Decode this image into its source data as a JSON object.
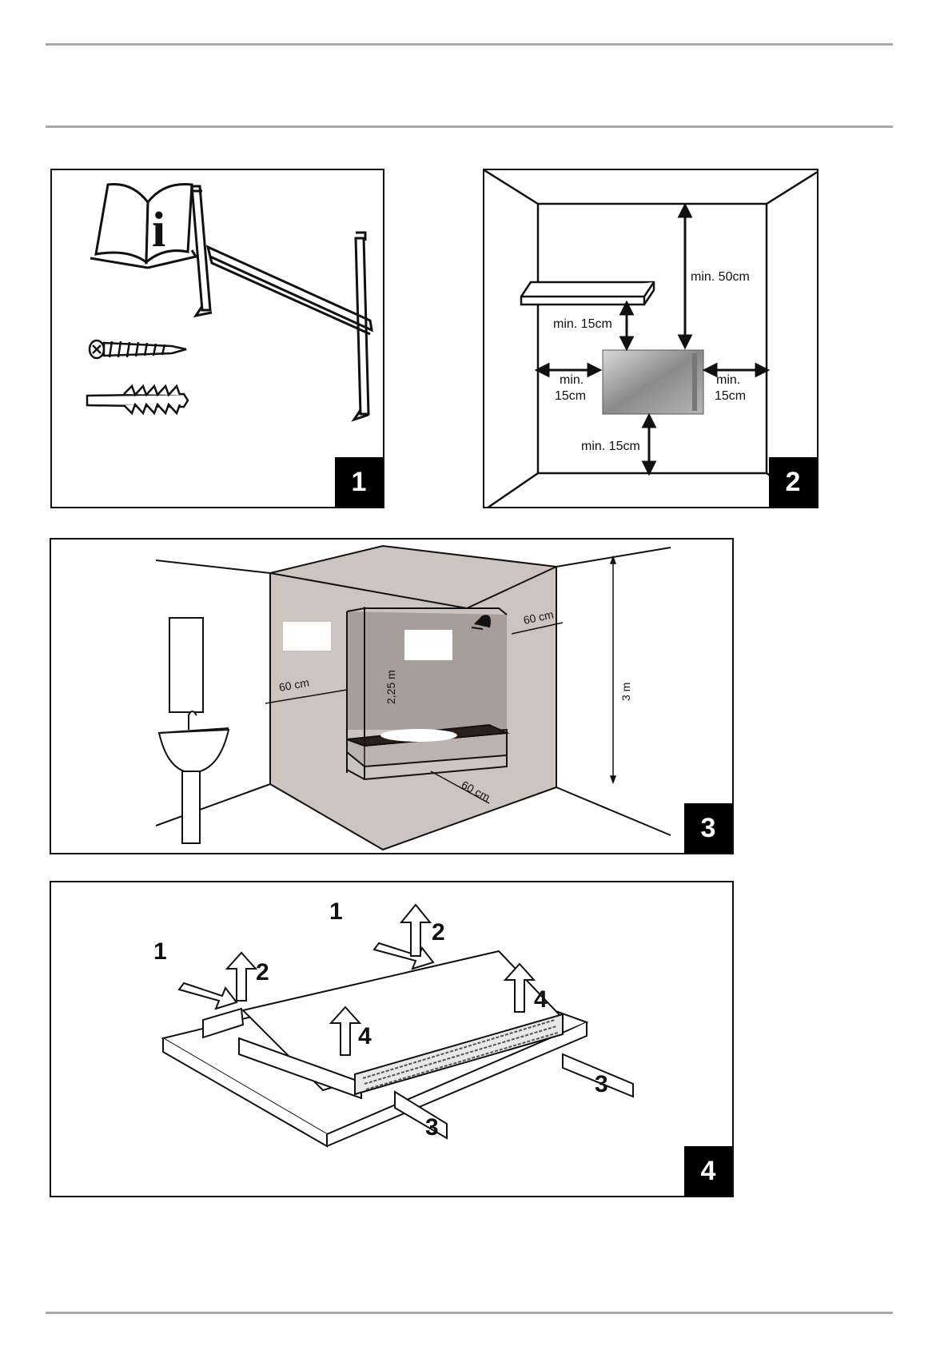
{
  "figures": [
    {
      "number": "1"
    },
    {
      "number": "2",
      "labels": {
        "top": "min. 50cm",
        "shelf": "min. 15cm",
        "left_a": "min.",
        "left_b": "15cm",
        "right_a": "min.",
        "right_b": "15cm",
        "bottom": "min. 15cm"
      }
    },
    {
      "number": "3",
      "labels": {
        "left_zone": "60 cm",
        "tub_height": "2,25 m",
        "right_zone": "60 cm",
        "floor_zone": "60 cm",
        "room_height": "3 m"
      }
    },
    {
      "number": "4",
      "callouts": {
        "one_a": "1",
        "one_b": "1",
        "two_a": "2",
        "two_b": "2",
        "three_a": "3",
        "three_b": "3",
        "four_a": "4",
        "four_b": "4"
      }
    }
  ]
}
